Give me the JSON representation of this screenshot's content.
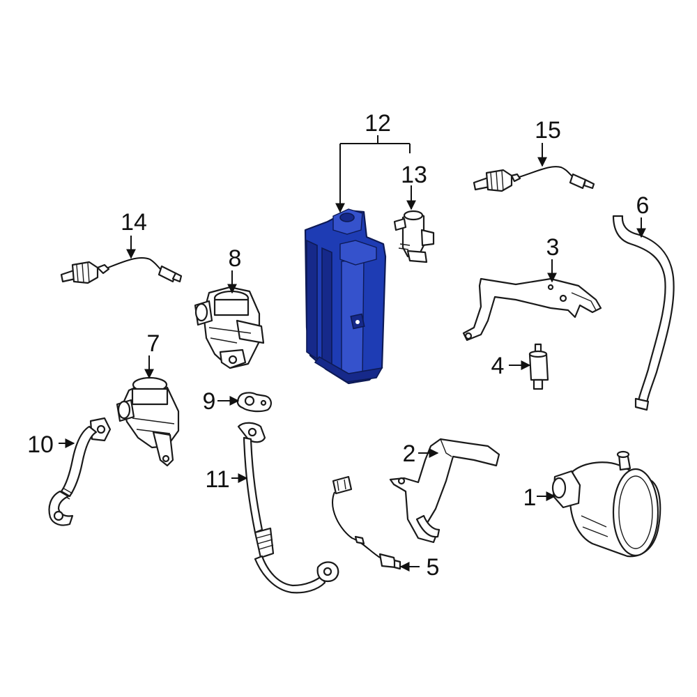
{
  "colors": {
    "highlight": "#1e3cb4",
    "line": "#111111",
    "background": "#ffffff"
  },
  "callouts": {
    "c1": "1",
    "c2": "2",
    "c3": "3",
    "c4": "4",
    "c5": "5",
    "c6": "6",
    "c7": "7",
    "c8": "8",
    "c9": "9",
    "c10": "10",
    "c11": "11",
    "c12": "12",
    "c13": "13",
    "c14": "14",
    "c15": "15"
  },
  "highlighted_part": "12"
}
